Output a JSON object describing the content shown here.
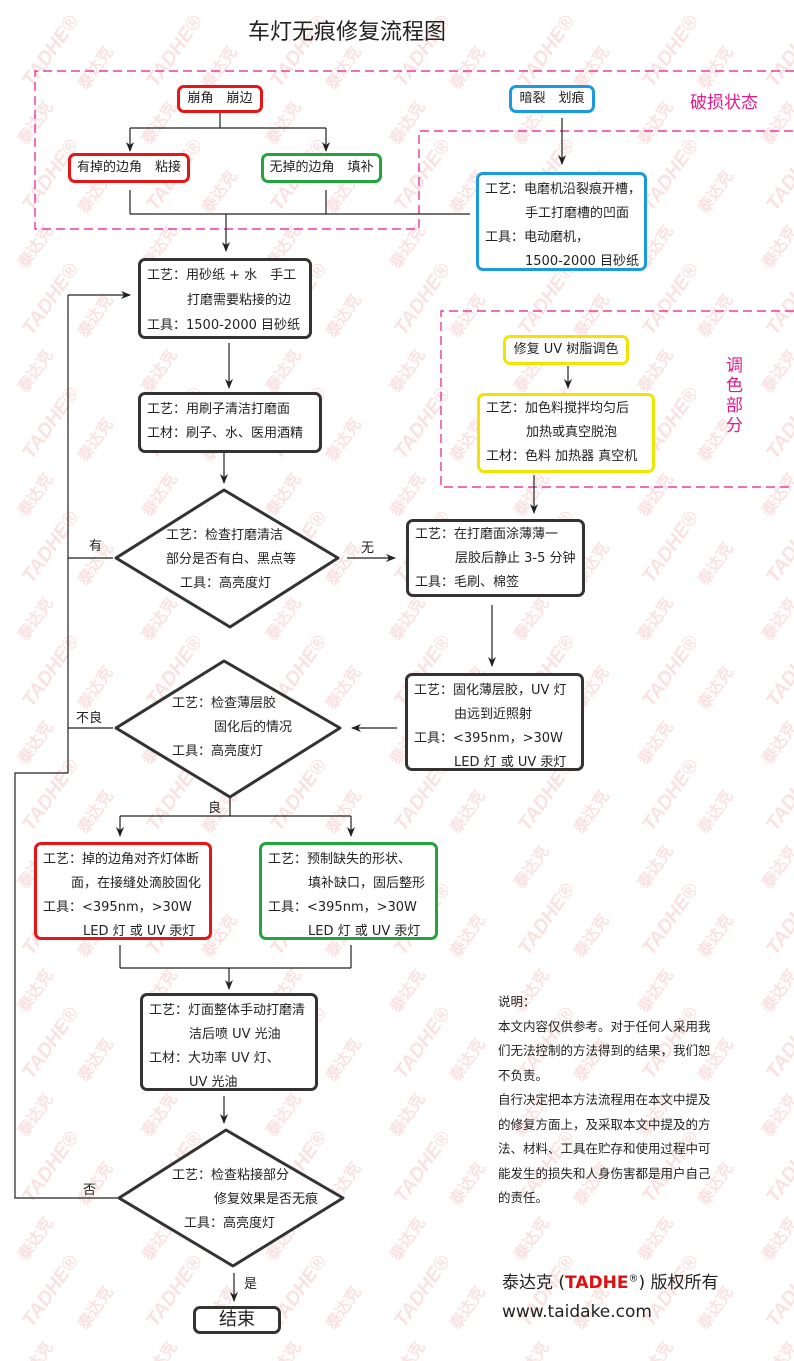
{
  "title": "车灯无痕修复流程图",
  "watermark": {
    "brand_en": "TADHE®",
    "brand_cn": "泰达克"
  },
  "regions": {
    "damage": "破损状态",
    "tint": [
      "调",
      "色",
      "部",
      "分"
    ]
  },
  "damage": {
    "chipped": "崩角　崩边",
    "with_piece": "有掉的边角　粘接",
    "without_piece": "无掉的边角　填补",
    "cracks": "暗裂　划痕",
    "crack_process": [
      "工艺：电磨机沿裂痕开槽，",
      "手工打磨槽的凹面",
      "工具：电动磨机，",
      "1500-2000 目砂纸"
    ]
  },
  "steps": {
    "sanding": [
      "工艺：用砂纸 + 水　手工",
      "打磨需要粘接的边",
      "工具：1500-2000 目砂纸"
    ],
    "cleaning": [
      "工艺：用刷子清洁打磨面",
      "工材：刷子、水、医用酒精"
    ],
    "check1": [
      "工艺：检查打磨清洁",
      "部分是否有白、黑点等",
      "工具：高亮度灯"
    ],
    "tint_title": "修复 UV 树脂调色",
    "tint_process": [
      "工艺：加色料搅拌均匀后",
      "加热或真空脱泡",
      "工材：色料 加热器 真空机"
    ],
    "coat": [
      "工艺：在打磨面涂薄薄一",
      "层胶后静止 3-5 分钟",
      "工具：毛刷、棉签"
    ],
    "cure": [
      "工艺：固化薄层胶，UV 灯",
      "由远到近照射",
      "工具：<395nm，>30W",
      "LED 灯 或 UV 汞灯"
    ],
    "check2": [
      "工艺：检查薄层胶",
      "固化后的情况",
      "工具：高亮度灯"
    ],
    "glue": [
      "工艺：掉的边角对齐灯体断",
      "面，在接缝处滴胶固化",
      "工具：<395nm，>30W",
      "LED 灯 或 UV 汞灯"
    ],
    "fill": [
      "工艺：预制缺失的形状、",
      "填补缺口，固后整形",
      "工具：<395nm，>30W",
      "LED 灯 或 UV 汞灯"
    ],
    "polish": [
      "工艺：灯面整体手动打磨清",
      "洁后喷 UV 光油",
      "工材：大功率 UV 灯、",
      "UV 光油"
    ],
    "check3": [
      "工艺：检查粘接部分",
      "修复效果是否无痕",
      "工具：高亮度灯"
    ],
    "end": "结束"
  },
  "labels": {
    "yes1": "有",
    "no1": "无",
    "bad": "不良",
    "good": "良",
    "no3": "否",
    "yes3": "是"
  },
  "notes": {
    "heading": "说明：",
    "lines": [
      "本文内容仅供参考。对于任何人采用我",
      "们无法控制的方法得到的结果，我们恕",
      "不负责。",
      "自行决定把本方法流程用在本文中提及",
      "的修复方面上，及采取本文中提及的方",
      "法、材料、工具在贮存和使用过程中可",
      "能发生的损失和人身伤害都是用户自己",
      "的责任。"
    ]
  },
  "copyright": {
    "prefix": "泰达克 (",
    "brand": "TADHE",
    "reg": "®",
    "suffix": ") 版权所有",
    "url": "www.taidake.com"
  },
  "colors": {
    "pink": "#e5198a",
    "red": "#e81515",
    "green": "#22a53a",
    "blue": "#1a9be0",
    "yellow": "#f2e400",
    "dark": "#333333"
  }
}
